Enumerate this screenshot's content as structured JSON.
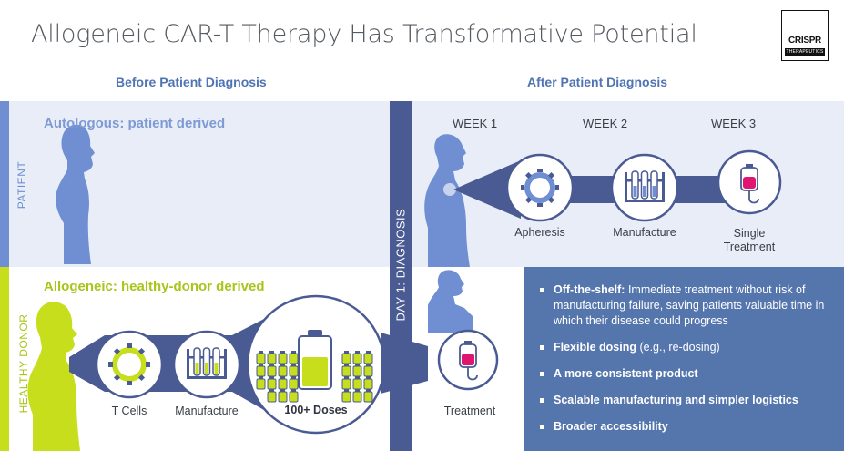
{
  "title": "Allogeneic CAR-T Therapy Has Transformative Potential",
  "logo": {
    "name": "CRISPR",
    "sub": "THERAPEUTICS"
  },
  "headers": {
    "before": "Before Patient Diagnosis",
    "after": "After Patient Diagnosis"
  },
  "sidebars": {
    "patient": "PATIENT",
    "donor": "HEALTHY DONOR",
    "divider": "DAY 1: DIAGNOSIS"
  },
  "autologous": {
    "title": "Autologous: patient derived",
    "weeks": [
      "WEEK 1",
      "WEEK 2",
      "WEEK 3"
    ],
    "steps": [
      "Apheresis",
      "Manufacture",
      "Single",
      "Treatment"
    ]
  },
  "allogeneic": {
    "title": "Allogeneic: healthy-donor derived",
    "steps": [
      "T Cells",
      "Manufacture",
      "100+ Doses",
      "Treatment"
    ]
  },
  "benefits": [
    {
      "head": "Off-the-shelf:",
      "text": " Immediate treatment without risk of manufacturing failure, saving patients valuable time in which their disease could progress"
    },
    {
      "head": "Flexible dosing",
      "text": " (e.g., re-dosing)"
    },
    {
      "head": "A more consistent product",
      "text": ""
    },
    {
      "head": "Scalable manufacturing and simpler logistics",
      "text": ""
    },
    {
      "head": "Broader accessibility",
      "text": ""
    }
  ],
  "colors": {
    "blue_text": "#4f73b3",
    "panel_light": "#e8edf7",
    "silhouette_blue": "#6f8fd2",
    "navy": "#4a5a92",
    "benefits_bg": "#5575ad",
    "lime": "#c7de1d",
    "lime_text": "#a9c41a",
    "magenta": "#e0156f"
  }
}
